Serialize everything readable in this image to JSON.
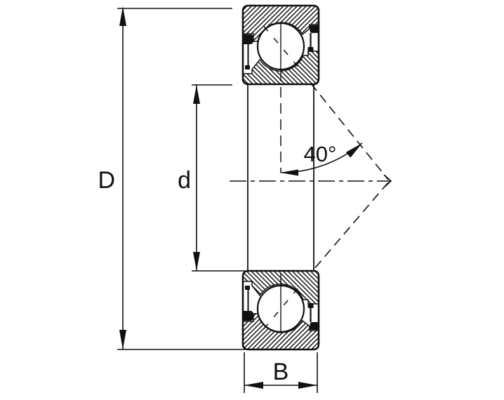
{
  "diagram": {
    "type": "technical-drawing",
    "subject": "Angular contact ball bearing cross-section",
    "colors": {
      "line": "#111111",
      "background": "#ffffff"
    },
    "dimensions": {
      "outer_diameter_label": "D",
      "bore_diameter_label": "d",
      "width_label": "B",
      "contact_angle_label": "40°",
      "contact_angle_value_deg": 40
    }
  }
}
